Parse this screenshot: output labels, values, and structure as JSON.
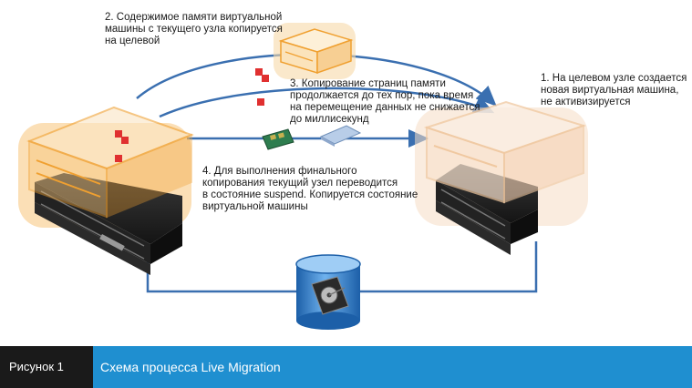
{
  "notes": {
    "n1": "1. На целевом узле создается\nновая виртуальная машина,\nне активизируется",
    "n2": "2. Содержимое памяти виртуальной\nмашины с текущего узла копируется\nна целевой",
    "n3": "3. Копирование страниц памяти\nпродолжается до тех пор, пока время\nна перемещение данных не снижается\nдо миллисекунд",
    "n4": "4. Для выполнения финального\nкопирования текущий узел переводится\nв состояние suspend. Копируется состояние\nвиртуальной машины"
  },
  "caption": {
    "label": "Рисунок 1",
    "title": "Схема процесса Live Migration"
  },
  "colors": {
    "arrow": "#3a6fb0",
    "orange": "#f0a030",
    "orange_fill": "#f7c57a",
    "target_fill": "#f6dcc4",
    "memory_block": "#e03030",
    "caption_bar": "#1f8fd0",
    "caption_label_bg": "#1a1a1a"
  },
  "icons": [
    "source-server-icon",
    "target-server-icon",
    "vm-box-icon",
    "memory-page-icon",
    "network-card-icon",
    "memory-module-icon",
    "storage-disk-icon"
  ]
}
